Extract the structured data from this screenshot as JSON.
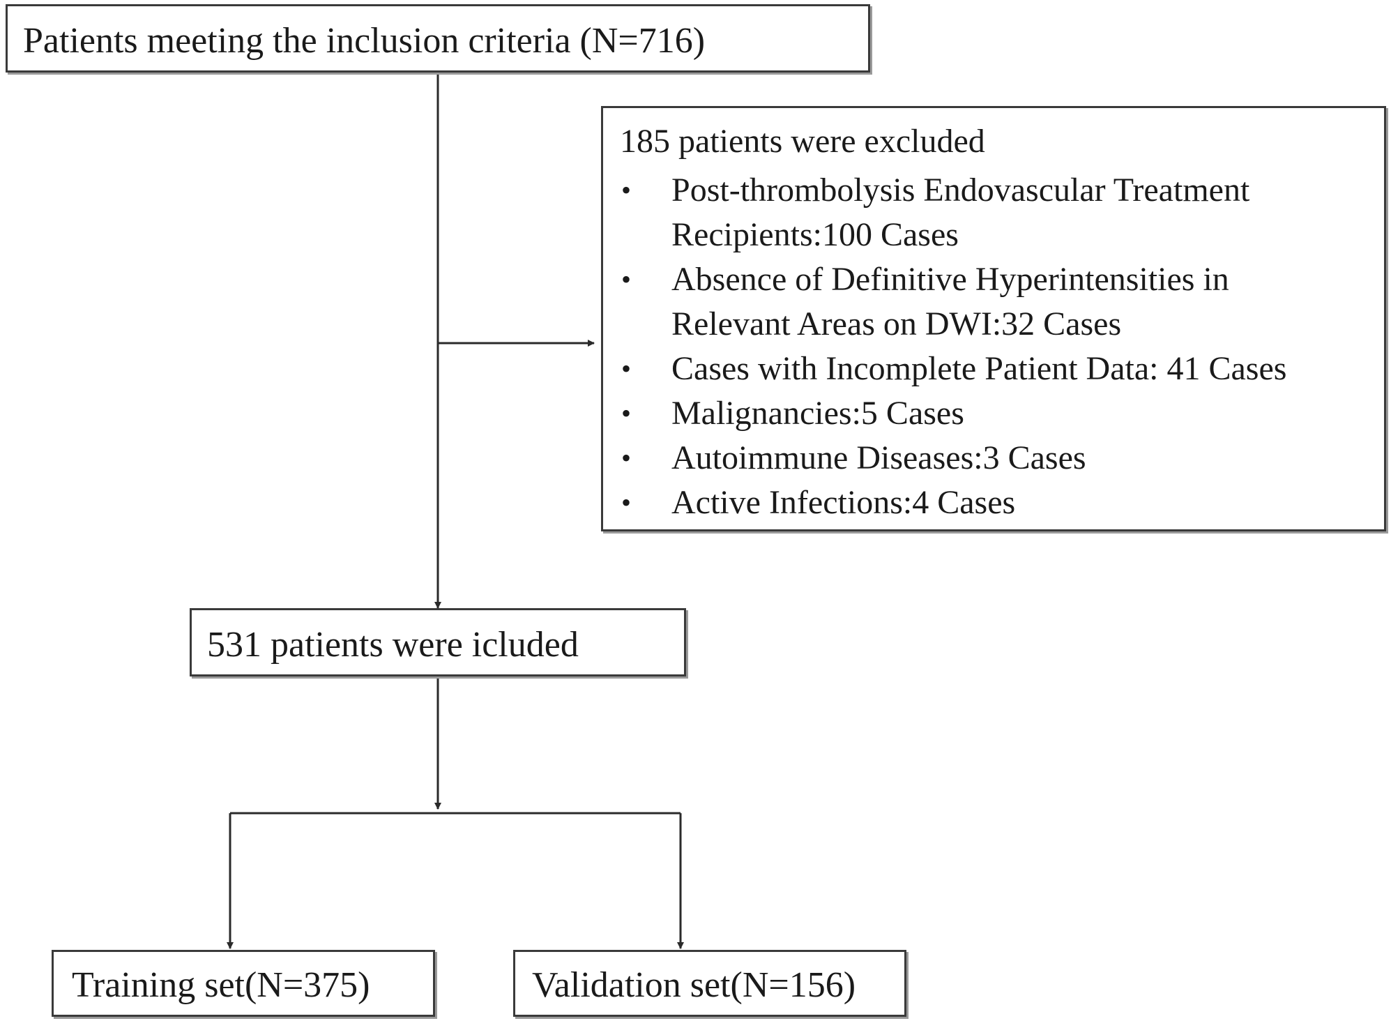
{
  "diagram": {
    "inclusion": {
      "label": "Patients meeting the inclusion criteria (N=716)"
    },
    "excluded": {
      "title": "185 patients were excluded",
      "items": [
        {
          "line1": "Post-thrombolysis Endovascular Treatment",
          "line2": "Recipients:100 Cases"
        },
        {
          "line1": "Absence of Definitive Hyperintensities in",
          "line2": "Relevant Areas on DWI:32 Cases"
        },
        {
          "line1": "Cases with Incomplete Patient Data: 41 Cases",
          "line2": ""
        },
        {
          "line1": "Malignancies:5 Cases",
          "line2": ""
        },
        {
          "line1": "Autoimmune Diseases:3 Cases",
          "line2": ""
        },
        {
          "line1": "Active Infections:4 Cases",
          "line2": ""
        }
      ]
    },
    "included": {
      "label": "531 patients were icluded"
    },
    "training": {
      "label": "Training set(N=375)"
    },
    "validation": {
      "label": "Validation set(N=156)"
    },
    "colors": {
      "line": "#2a2a2a",
      "border": "#3a3a3a",
      "shadow": "#9a9a9a"
    }
  }
}
